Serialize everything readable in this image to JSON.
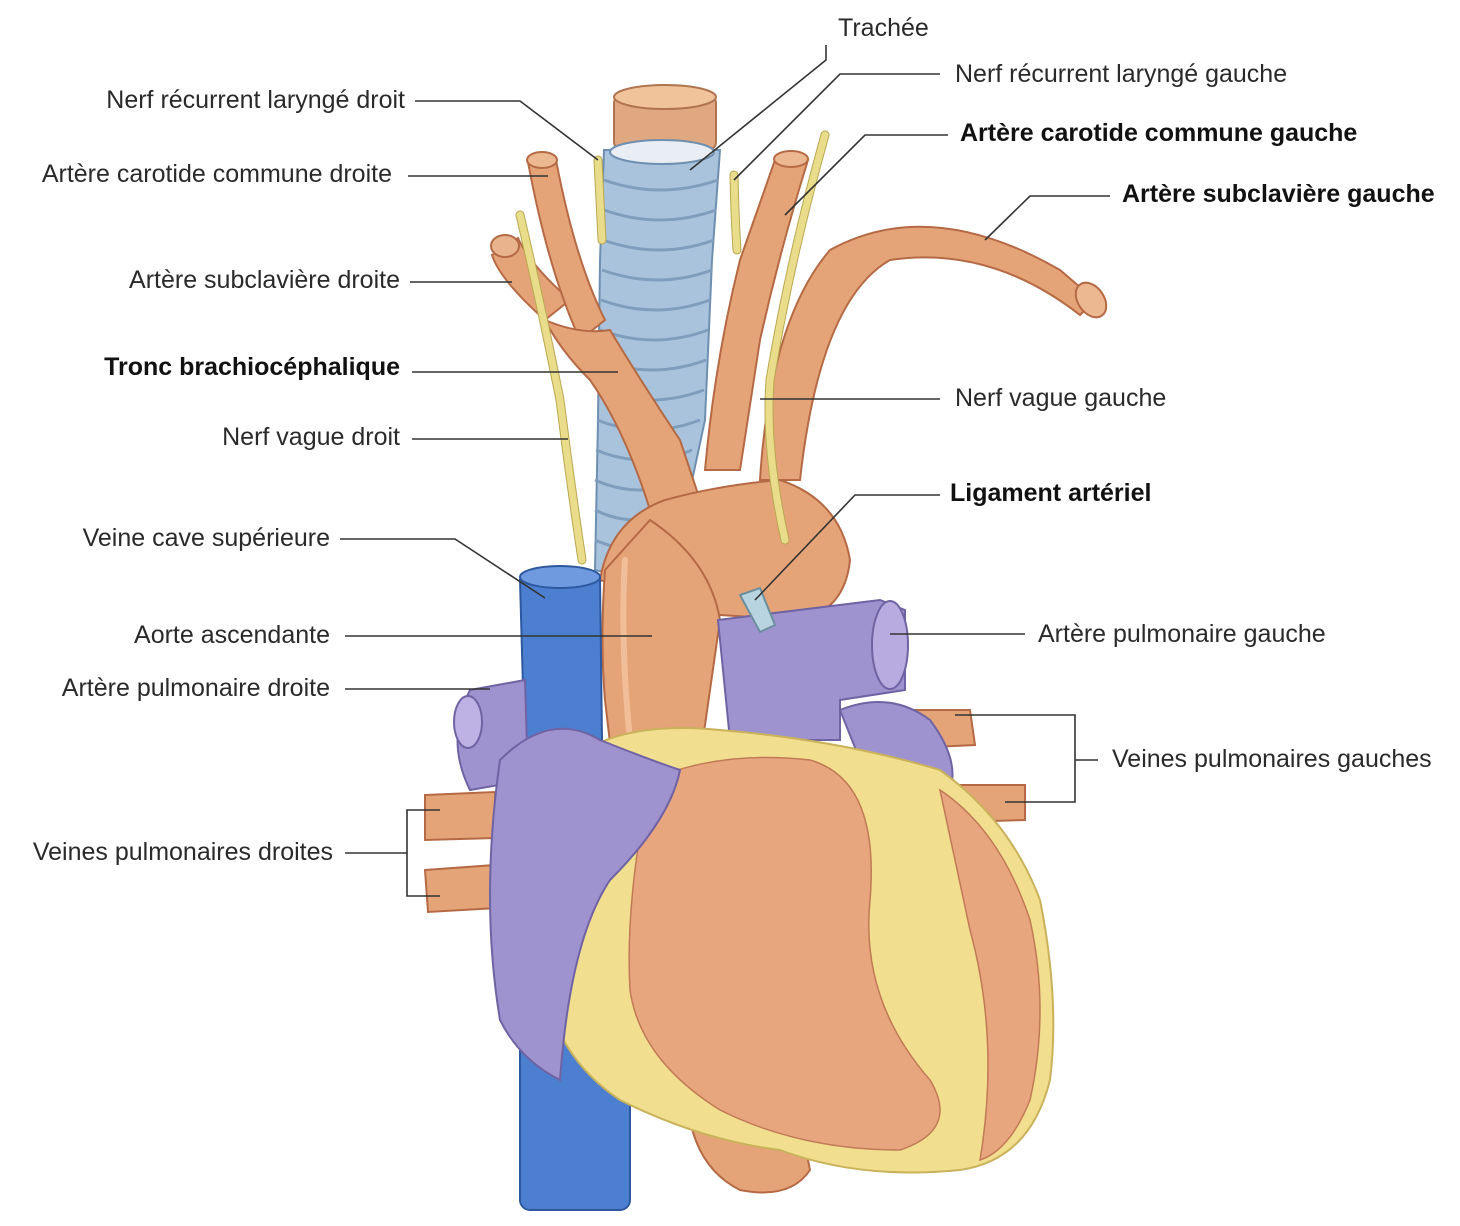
{
  "labels": {
    "trachea": "Trachée",
    "recurrent_right": "Nerf récurrent laryngé droit",
    "recurrent_left": "Nerf récurrent laryngé gauche",
    "carotid_right": "Artère carotide commune droite",
    "carotid_left": "Artère carotide commune gauche",
    "subclavian_left": "Artère subclavière gauche",
    "subclavian_right": "Artère subclavière droite",
    "brachiocephalic": "Tronc brachiocéphalique",
    "vagus_left": "Nerf vague gauche",
    "vagus_right": "Nerf vague droit",
    "ligament": "Ligament artériel",
    "svc": "Veine cave supérieure",
    "aorta_asc": "Aorte ascendante",
    "pulm_art_left": "Artère pulmonaire gauche",
    "pulm_art_right": "Artère pulmonaire droite",
    "pulm_veins_left": "Veines pulmonaires gauches",
    "pulm_veins_right": "Veines pulmonaires droites"
  },
  "colors": {
    "artery": "#e5a478",
    "vein": "#4d7fd1",
    "pulmonary_artery": "#9f93cf",
    "fat": "#f1de8e",
    "nerve": "#e9dd8b",
    "trachea": "#a9c3dd"
  }
}
